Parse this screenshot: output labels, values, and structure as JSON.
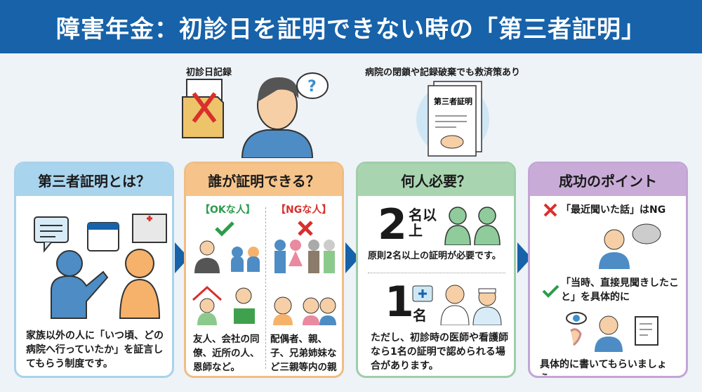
{
  "title": "障害年金：初診日を証明できない時の「第三者証明」",
  "top": {
    "record_label": "初診日記録",
    "relief_label": "病院の閉鎖や記録破棄でも救済策あり",
    "document_title": "第三者証明"
  },
  "cards": [
    {
      "title": "第三者証明とは？",
      "text": "家族以外の人に「いつ頃、どの病院へ行っていたか」を証言してもらう制度です。",
      "color": "#a9d4ee"
    },
    {
      "title": "誰が証明できる？",
      "ok_label": "【OKな人】",
      "ng_label": "【NGな人】",
      "ok_text": "友人、会社の同僚、近所の人、恩師など。",
      "ng_text": "配偶者、親、子、兄弟姉妹など三親等内の親族。",
      "color": "#f6c48a"
    },
    {
      "title": "何人必要？",
      "big_number": "2",
      "big_unit": "名以上",
      "big_text": "原則2名以上の証明が必要です。",
      "small_number": "1",
      "small_unit": "名",
      "small_text": "ただし、初診時の医師や看護師なら1名の証明で認められる場合があります。",
      "color": "#a8d5b0"
    },
    {
      "title": "成功のポイント",
      "ng_point": "「最近聞いた話」はNG",
      "ok_point": "「当時、直接見聞きしたこと」を具体的に",
      "footer": "具体的に書いてもらいましょう。",
      "color": "#c9abd8"
    }
  ]
}
